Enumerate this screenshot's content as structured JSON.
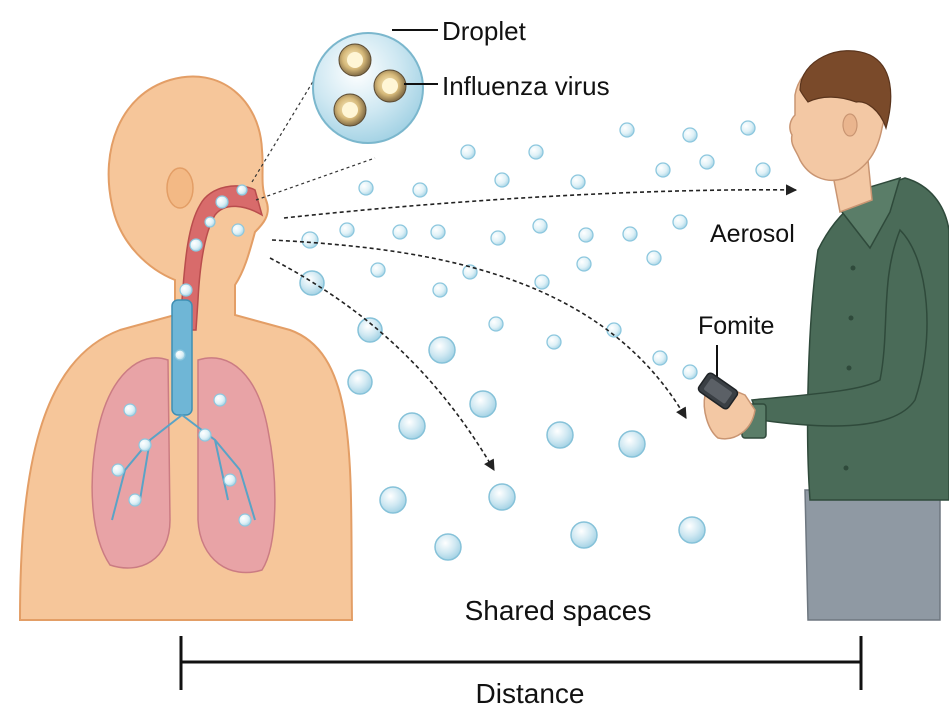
{
  "labels": {
    "droplet": "Droplet",
    "influenza_virus": "Influenza virus",
    "aerosol": "Aerosol",
    "fomite": "Fomite",
    "shared_spaces": "Shared spaces",
    "distance": "Distance"
  },
  "colors": {
    "skin": "#f6c69a",
    "skin_outline": "#e39e66",
    "airway": "#d86b6b",
    "lung": "#e7a0a8",
    "bronchi": "#6fb6d6",
    "particle_fill": "#d7eef6",
    "particle_stroke": "#8cc7de",
    "shirt": "#4a6b58",
    "trousers": "#8f99a3",
    "hair": "#7a4a2a",
    "man_skin": "#f3c8a4"
  },
  "icons": [
    "droplet-magnifier-icon",
    "virus-icon",
    "phone-icon"
  ]
}
